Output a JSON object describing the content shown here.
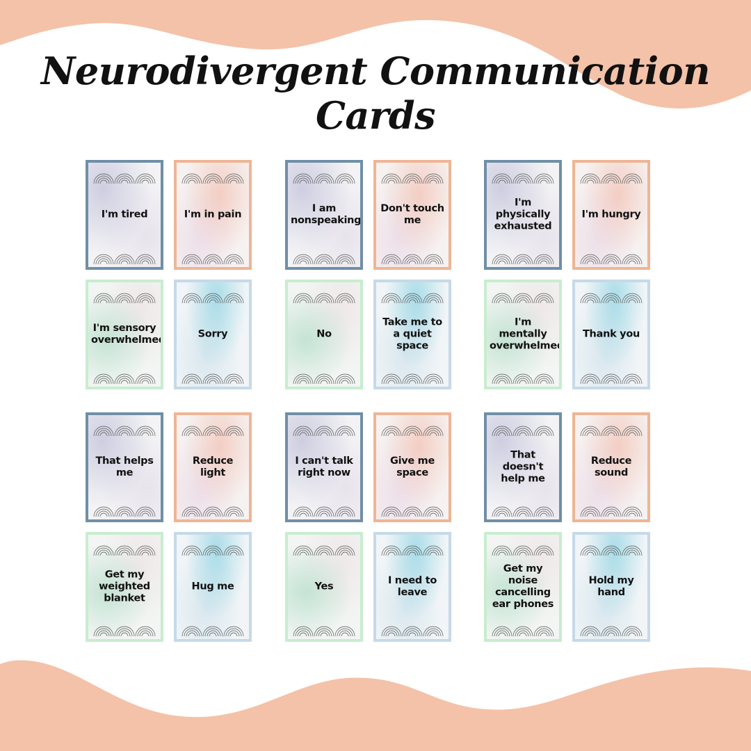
{
  "title": "Neurodivergent Communication Cards",
  "colors": {
    "wave": "#f4c2a8",
    "blue_border": "#6f8fa7",
    "peach_border": "#eeb595",
    "mint_border": "#c7edcf",
    "lightblue_border": "#c6d9e8"
  },
  "cards": [
    {
      "label": "I'm tired",
      "style": "blue"
    },
    {
      "label": "I'm in pain",
      "style": "peach"
    },
    {
      "label": "I am nonspeaking",
      "style": "blue"
    },
    {
      "label": "Don't touch me",
      "style": "peach"
    },
    {
      "label": "I'm physically exhausted",
      "style": "blue"
    },
    {
      "label": "I'm hungry",
      "style": "peach"
    },
    {
      "label": "I'm sensory overwhelmed",
      "style": "mint"
    },
    {
      "label": "Sorry",
      "style": "lightblue"
    },
    {
      "label": "No",
      "style": "mint"
    },
    {
      "label": "Take me to a quiet space",
      "style": "lightblue"
    },
    {
      "label": "I'm mentally overwhelmed",
      "style": "mint"
    },
    {
      "label": "Thank you",
      "style": "lightblue"
    },
    {
      "label": "That helps me",
      "style": "blue"
    },
    {
      "label": "Reduce light",
      "style": "peach"
    },
    {
      "label": "I can't talk right now",
      "style": "blue"
    },
    {
      "label": "Give me space",
      "style": "peach"
    },
    {
      "label": "That doesn't help me",
      "style": "blue"
    },
    {
      "label": "Reduce sound",
      "style": "peach"
    },
    {
      "label": "Get my weighted blanket",
      "style": "mint"
    },
    {
      "label": "Hug me",
      "style": "lightblue"
    },
    {
      "label": "Yes",
      "style": "mint"
    },
    {
      "label": "I need to leave",
      "style": "lightblue"
    },
    {
      "label": "Get my noise cancelling ear phones",
      "style": "mint"
    },
    {
      "label": "Hold my hand",
      "style": "lightblue"
    }
  ]
}
